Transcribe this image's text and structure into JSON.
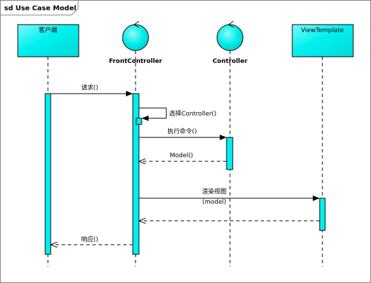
{
  "frame": {
    "title": "sd Use Case Model"
  },
  "participants": {
    "client": "客户端",
    "front_controller": "FrontController",
    "controller": "Controller",
    "view_template": "ViewTemplate"
  },
  "messages": {
    "request": "请求()",
    "select_controller": "选择Controller()",
    "execute_command": "执行命令()",
    "model_return": "Model()",
    "render_view_line1": "渲染视图",
    "render_view_line2": "(model)",
    "response": "响应()"
  },
  "colors": {
    "fill": "#00F0F0",
    "stroke": "#000000",
    "frame_border": "#808080"
  }
}
